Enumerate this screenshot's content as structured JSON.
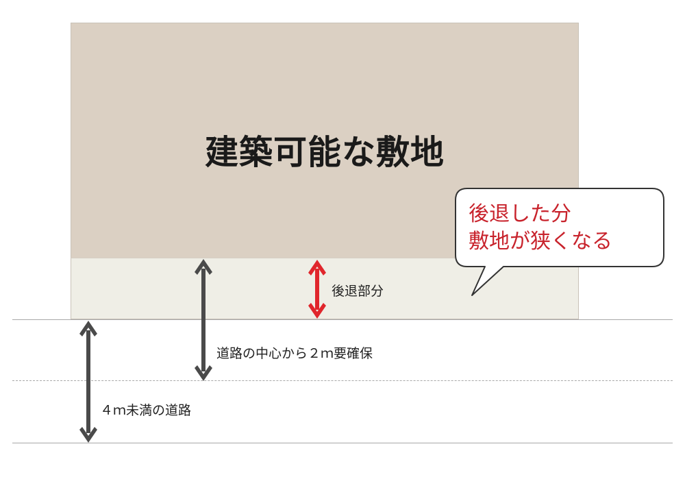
{
  "lot": {
    "title": "建築可能な敷地"
  },
  "setback": {
    "label": "後退部分"
  },
  "callout": {
    "line1": "後退した分",
    "line2": "敷地が狭くなる",
    "color": "#c8232c"
  },
  "measurements": {
    "center_distance": "道路の中心から２ｍ要確保",
    "road_width": "４ｍ未満の道路"
  },
  "colors": {
    "lot": "#dbd0c3",
    "setback": "#efeee6",
    "arrow_dark": "#4a4a4a",
    "arrow_red": "#e0262c"
  }
}
